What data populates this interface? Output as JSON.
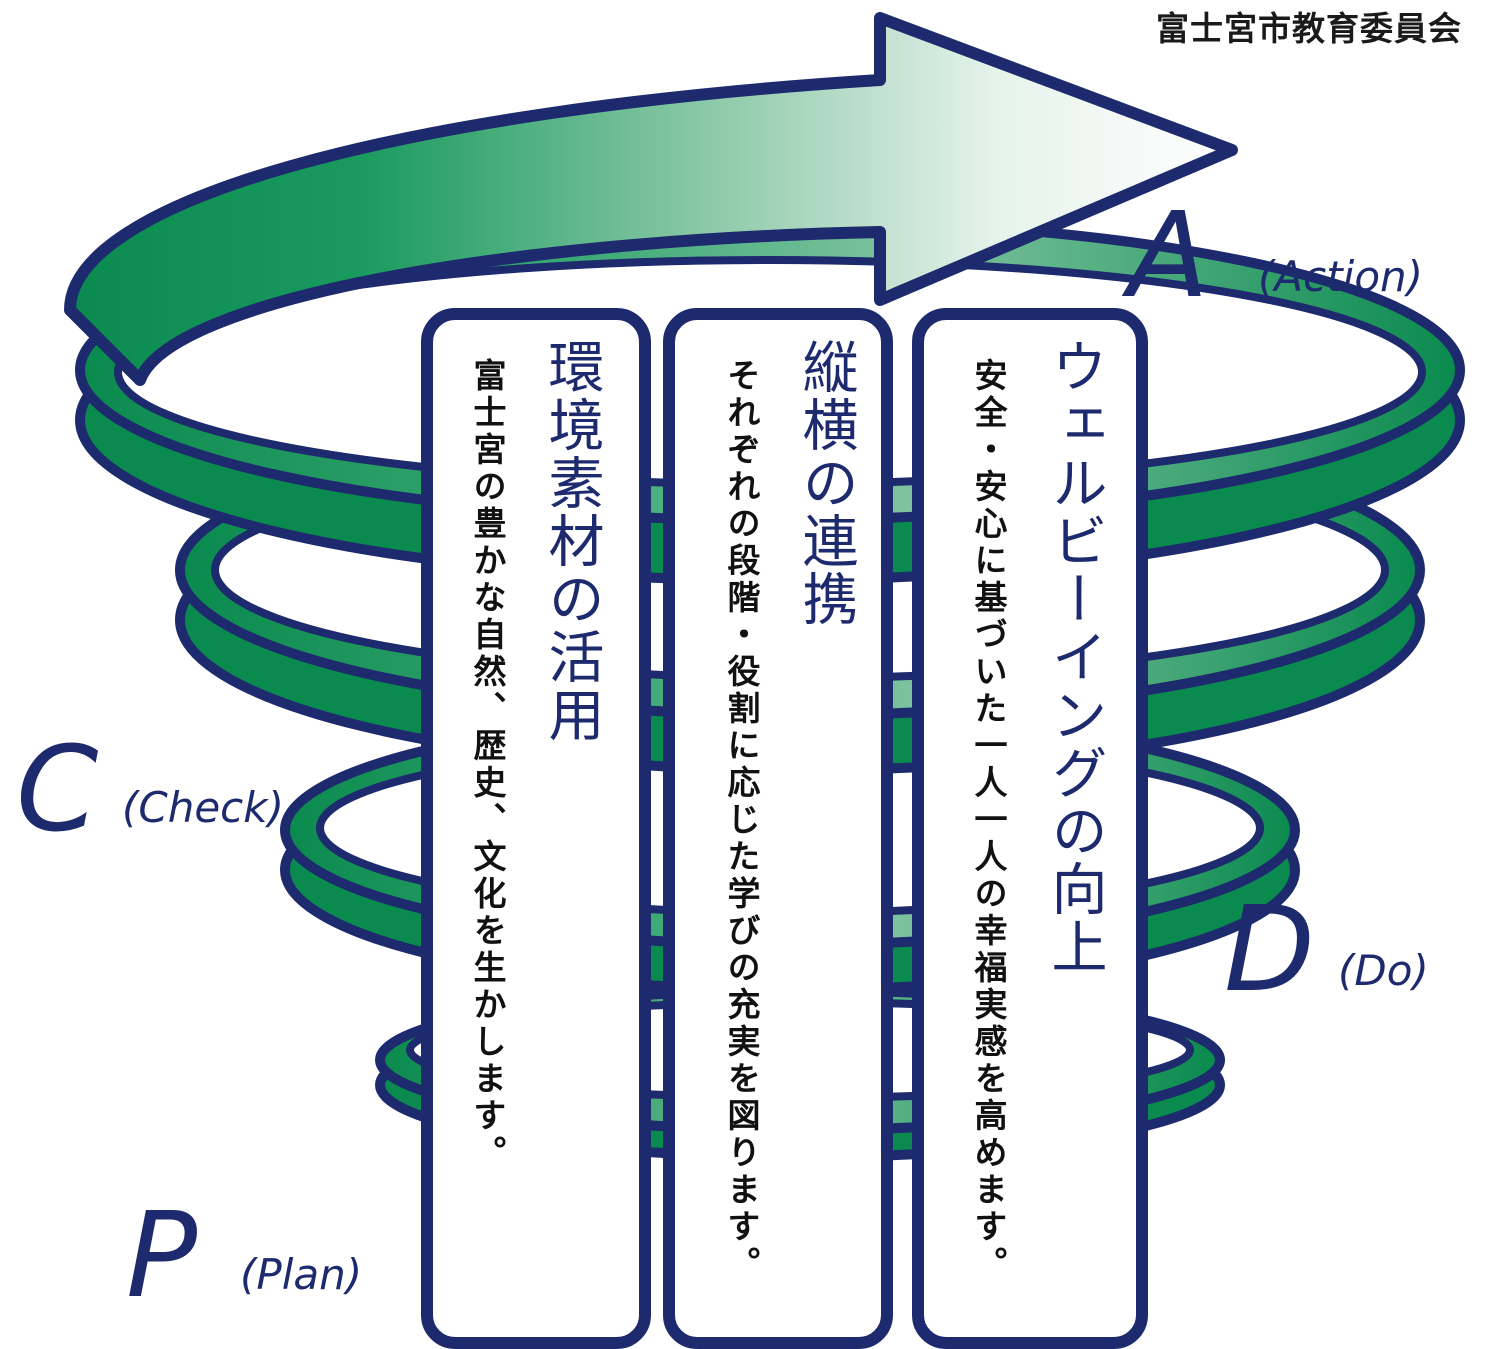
{
  "organization": "富士宮市教育委員会",
  "cycle": {
    "plan": {
      "letter": "P",
      "word": "(Plan)"
    },
    "do": {
      "letter": "D",
      "word": "(Do)"
    },
    "check": {
      "letter": "C",
      "word": "(Check)"
    },
    "action": {
      "letter": "A",
      "word": "(Action)"
    }
  },
  "cards": [
    {
      "title": "環境素材の活用",
      "description": "富士宮の豊かな自然、歴史、文化を生かします。"
    },
    {
      "title": "縦横の連携",
      "description": "それぞれの段階・役割に応じた学びの充実を図ります。"
    },
    {
      "title": "ウェルビーイングの向上",
      "description": "安全・安心に基づいた一人一人の幸福実感を高めます。"
    }
  ],
  "colors": {
    "navy": "#1d2a6e",
    "green": "#0a8a4e",
    "green_light": "#ffffff",
    "card_fill": "#ffffff"
  }
}
